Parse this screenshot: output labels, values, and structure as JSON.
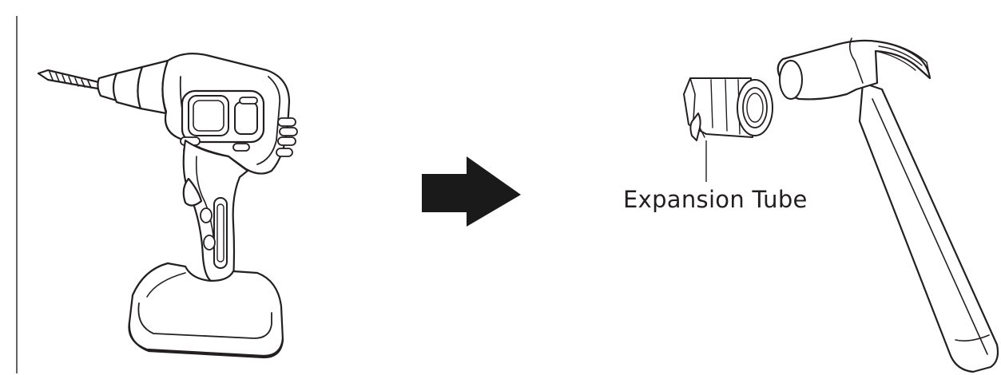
{
  "diagram": {
    "steps": [
      {
        "name": "drill",
        "icon": "power-drill-icon"
      },
      {
        "name": "next",
        "icon": "right-arrow-icon"
      },
      {
        "name": "install",
        "icon": "hammer-icon",
        "parts": [
          "expansion-tube-icon"
        ]
      }
    ],
    "labels": {
      "expansion_tube": "Expansion Tube"
    }
  },
  "colors": {
    "line": "#231f20",
    "arrow": "#1a1a1a",
    "background": "#ffffff"
  }
}
